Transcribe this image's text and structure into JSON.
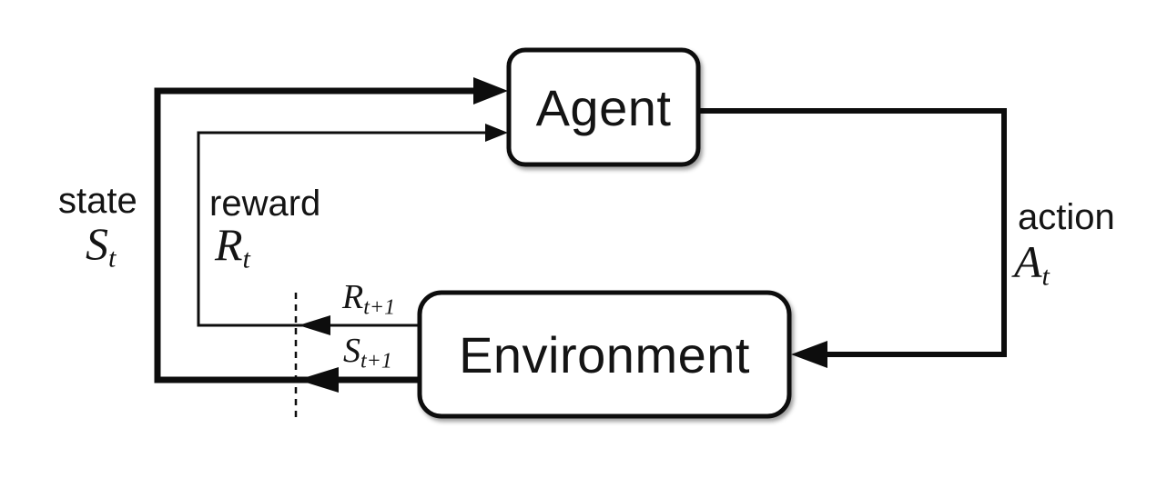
{
  "diagram": {
    "nodes": {
      "agent": {
        "label": "Agent"
      },
      "environment": {
        "label": "Environment"
      }
    },
    "edges": {
      "state": {
        "word": "state",
        "symbol": "S",
        "subscript": "t"
      },
      "reward": {
        "word": "reward",
        "symbol": "R",
        "subscript": "t"
      },
      "action": {
        "word": "action",
        "symbol": "A",
        "subscript": "t"
      },
      "next_reward": {
        "symbol": "R",
        "subscript": "t+1"
      },
      "next_state": {
        "symbol": "S",
        "subscript": "t+1"
      }
    }
  },
  "colors": {
    "line": "#0d0d0d",
    "text": "#141414",
    "background": "#ffffff",
    "box_fill": "#ffffff"
  }
}
